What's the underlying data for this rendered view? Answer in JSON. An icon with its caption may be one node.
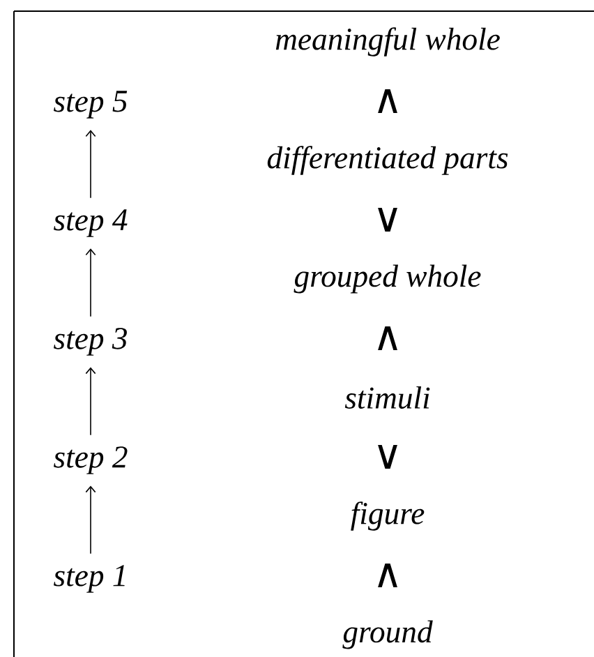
{
  "diagram": {
    "nodes": [
      {
        "text": [
          "step 5"
        ]
      },
      {
        "text": [
          "step 4"
        ]
      },
      {
        "text": [
          "step 3"
        ]
      },
      {
        "text": [
          "step 2"
        ]
      },
      {
        "text": [
          "step 1"
        ]
      }
    ],
    "edges": [
      {
        "from": 1,
        "to": 0,
        "arrow": "to"
      },
      {
        "from": 2,
        "to": 1,
        "arrow": "to"
      },
      {
        "from": 3,
        "to": 2,
        "arrow": "to"
      },
      {
        "from": 4,
        "to": 3,
        "arrow": "to"
      }
    ],
    "labels": [
      "meaningful whole",
      "∧",
      "differentiated parts",
      "∨",
      "grouped whole",
      "∧",
      "stimuli",
      "∨",
      "figure",
      "∧",
      "ground"
    ]
  }
}
